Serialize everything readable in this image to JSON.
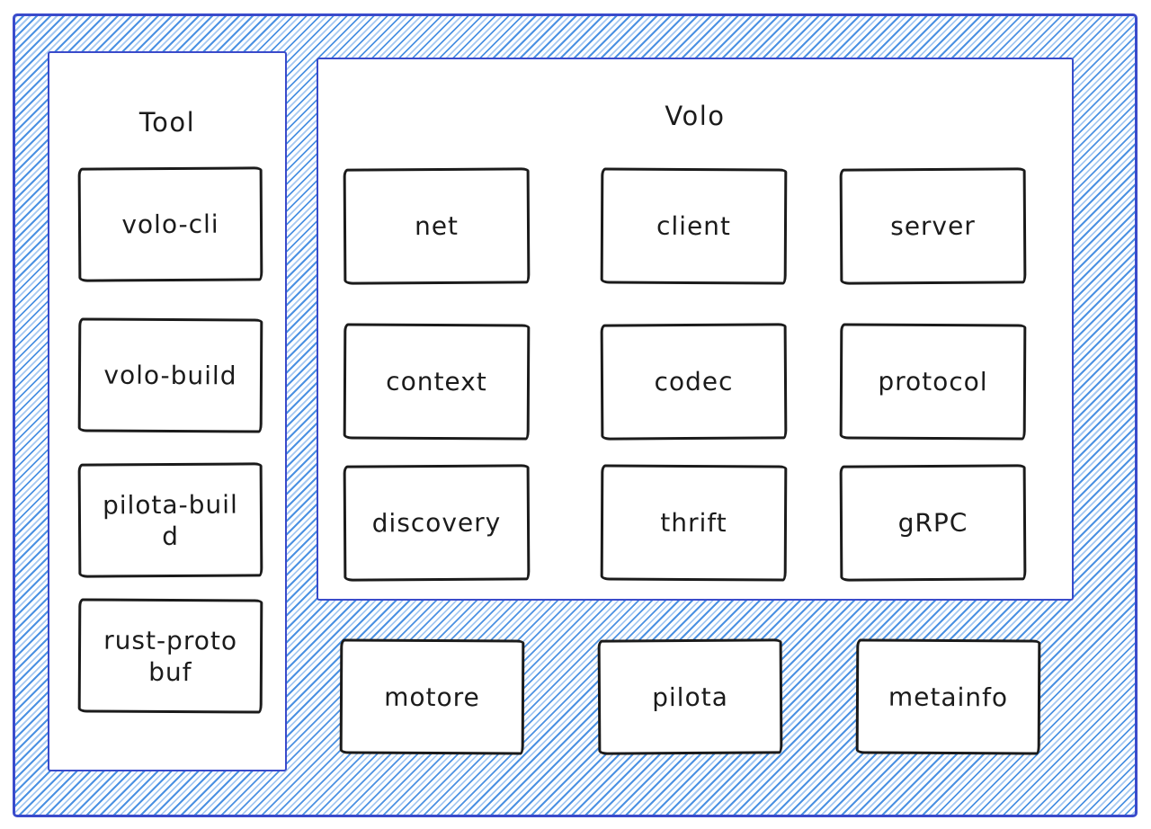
{
  "colors": {
    "frame_border": "#3a4bcb",
    "hatch_primary": "#4b91e2",
    "hatch_light": "#a6c9f2",
    "box_border": "#1b1b1b",
    "box_text": "#1b1b1b",
    "panel_bg": "#ffffff"
  },
  "tool_panel": {
    "title": "Tool",
    "items": [
      {
        "label": "volo-cli"
      },
      {
        "label": "volo-build"
      },
      {
        "label": "pilota-build"
      },
      {
        "label": "rust-protobuf"
      }
    ]
  },
  "volo_panel": {
    "title": "Volo",
    "items": [
      {
        "label": "net"
      },
      {
        "label": "client"
      },
      {
        "label": "server"
      },
      {
        "label": "context"
      },
      {
        "label": "codec"
      },
      {
        "label": "protocol"
      },
      {
        "label": "discovery"
      },
      {
        "label": "thrift"
      },
      {
        "label": "gRPC"
      }
    ]
  },
  "foundation_row": {
    "items": [
      {
        "label": "motore"
      },
      {
        "label": "pilota"
      },
      {
        "label": "metainfo"
      }
    ]
  }
}
